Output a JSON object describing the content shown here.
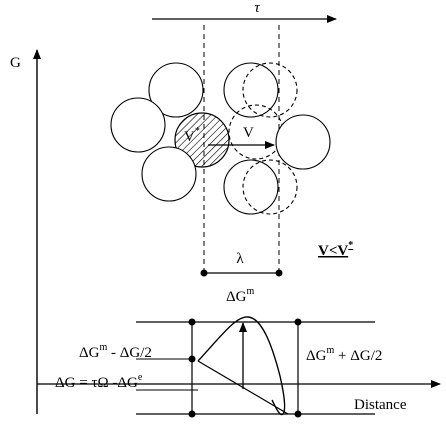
{
  "labels": {
    "tau": "τ",
    "g_axis": "G",
    "v_star": "V",
    "v_star_sup": "*",
    "v": "V",
    "lambda": "λ",
    "condition": "V<V",
    "condition_sup": "*",
    "dgm": "ΔG",
    "dgm_sup": "m",
    "dgm_minus_prefix": "ΔG",
    "dgm_minus_sup": "m",
    "dgm_minus_suffix": " - ΔG/2",
    "dg_eq": "ΔG = τΩ -ΔG",
    "dg_eq_sup": "e",
    "dgm_plus_prefix": "ΔG",
    "dgm_plus_sup": "m",
    "dgm_plus_suffix": " + ΔG/2",
    "distance": "Distance"
  }
}
